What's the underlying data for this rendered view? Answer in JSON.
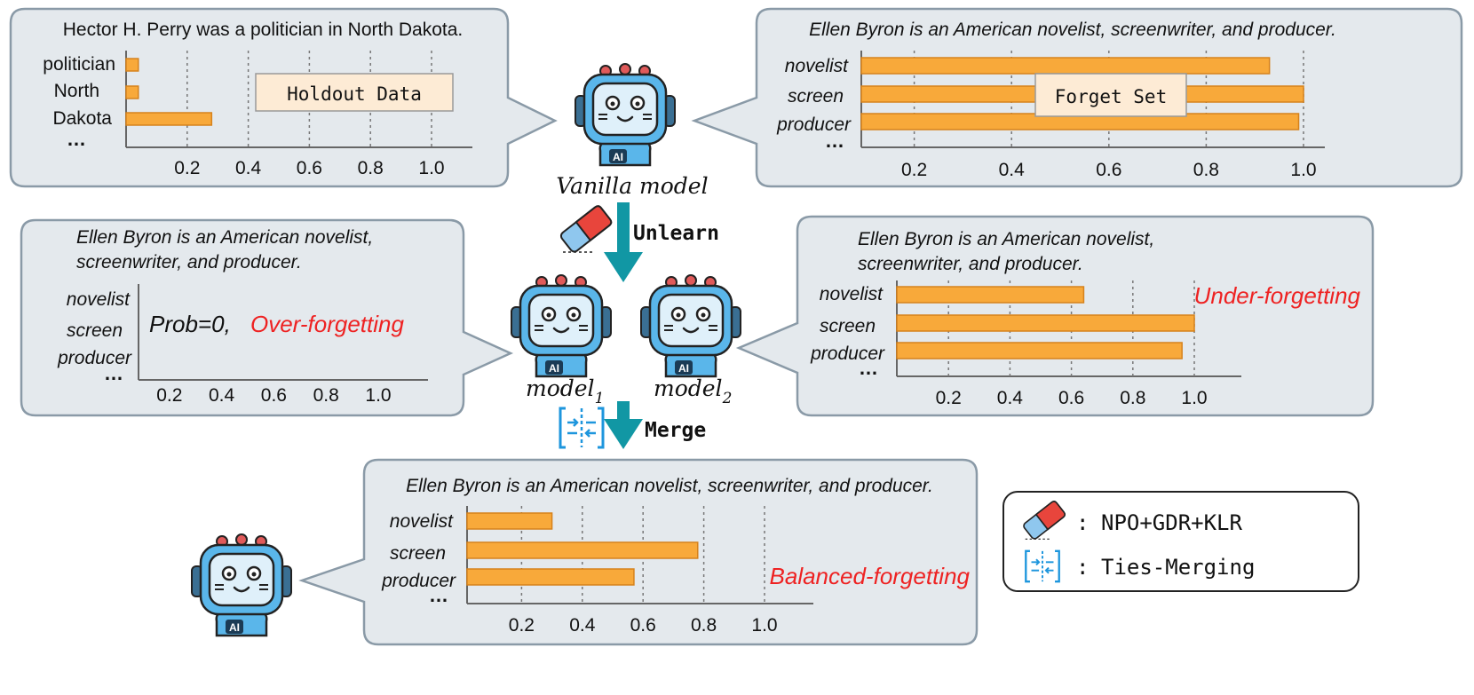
{
  "colors": {
    "bubble_fill": "#e4e9ed",
    "bubble_stroke": "#8a9aa7",
    "bar_fill": "#f8a93a",
    "bar_stroke": "#d6821c",
    "tag_fill": "#fdebd5",
    "arrow": "#1197a4",
    "highlight_red": "#ee2222",
    "robot_blue": "#5ab6ea",
    "robot_face": "#dff0fa"
  },
  "panels": {
    "holdout": {
      "sentence": "Hector H. Perry was a politician in North Dakota.",
      "tag": "Holdout Data",
      "labels": [
        "politician",
        "North",
        "Dakota",
        "…"
      ],
      "ticks": [
        "0.2",
        "0.4",
        "0.6",
        "0.8",
        "1.0"
      ],
      "values": [
        0.04,
        0.04,
        0.28
      ]
    },
    "forget": {
      "sentence": "Ellen Byron is an American novelist, screenwriter, and producer.",
      "tag": "Forget Set",
      "labels": [
        "novelist",
        "screen",
        "producer",
        "…"
      ],
      "ticks": [
        "0.2",
        "0.4",
        "0.6",
        "0.8",
        "1.0"
      ],
      "values": [
        0.93,
        1.0,
        0.99
      ]
    },
    "over": {
      "sentence_line1": "Ellen Byron is an American novelist,",
      "sentence_line2": "screenwriter, and producer.",
      "labels": [
        "novelist",
        "screen",
        "producer",
        "…"
      ],
      "ticks": [
        "0.2",
        "0.4",
        "0.6",
        "0.8",
        "1.0"
      ],
      "prob_text": "Prob=0,",
      "status": "Over-forgetting"
    },
    "under": {
      "sentence_line1": "Ellen Byron is an American novelist,",
      "sentence_line2": "screenwriter, and producer.",
      "labels": [
        "novelist",
        "screen",
        "producer",
        "…"
      ],
      "ticks": [
        "0.2",
        "0.4",
        "0.6",
        "0.8",
        "1.0"
      ],
      "values": [
        0.64,
        1.0,
        0.96
      ],
      "status": "Under-forgetting"
    },
    "balanced": {
      "sentence": "Ellen Byron is an American novelist, screenwriter, and producer.",
      "labels": [
        "novelist",
        "screen",
        "producer",
        "…"
      ],
      "ticks": [
        "0.2",
        "0.4",
        "0.6",
        "0.8",
        "1.0"
      ],
      "values": [
        0.3,
        0.78,
        0.57
      ],
      "status": "Balanced-forgetting"
    }
  },
  "models": {
    "vanilla": "Vanilla model",
    "model1_base": "model",
    "model1_sub": "1",
    "model2_base": "model",
    "model2_sub": "2",
    "badge": "AI"
  },
  "steps": {
    "unlearn": "Unlearn",
    "merge": "Merge"
  },
  "legend": {
    "items": [
      {
        "icon": "eraser-icon",
        "sep": ":",
        "label": "NPO+GDR+KLR"
      },
      {
        "icon": "merge-icon",
        "sep": ":",
        "label": "Ties-Merging"
      }
    ]
  }
}
